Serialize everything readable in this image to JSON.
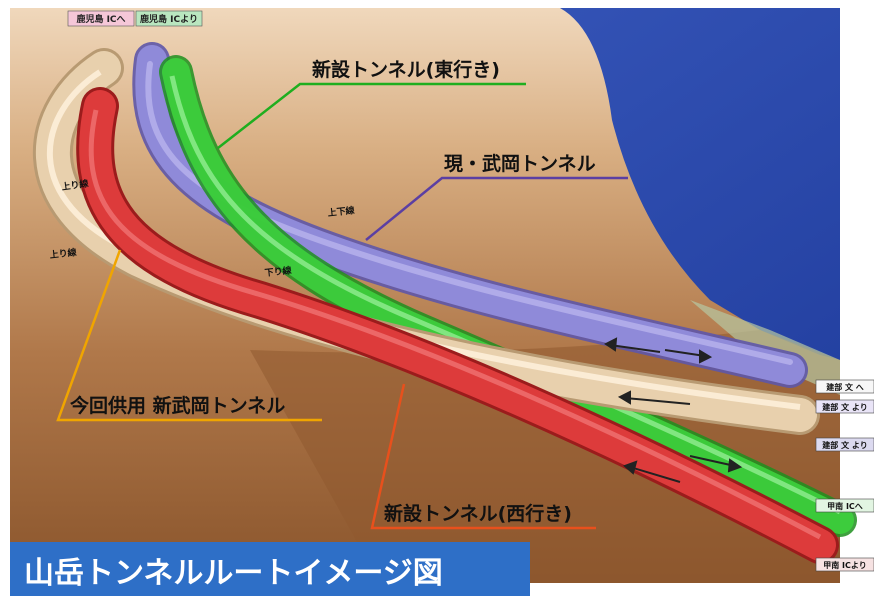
{
  "labels": {
    "east_tunnel": "新設トンネル(東行き)",
    "current_tunnel": "現・武岡トンネル",
    "new_tunnel": "今回供用 新武岡トンネル",
    "west_tunnel": "新設トンネル(西行き)",
    "title": "山岳トンネルルートイメージ図"
  },
  "small_labels": {
    "up_line_1": "上り線",
    "up_line_2": "上り線",
    "updown_line": "上下線",
    "down_line": "下り線"
  },
  "signs": {
    "kagoshima_to": "鹿児島 ICへ",
    "kagoshima_from": "鹿児島 ICより",
    "r1": "建部 文 へ",
    "r2": "建部 文 より",
    "r3": "建部 文 より",
    "r4": "甲南 ICへ",
    "r5": "甲南 ICより"
  },
  "colors": {
    "east_tunnel": "#35c435",
    "current_tunnel": "#8a86d6",
    "new_tunnel": "#e8cfa8",
    "west_tunnel": "#d93434",
    "title_bg": "#2e6fc7",
    "sky": "#2f4fb3",
    "ground": "#a06a3c"
  }
}
